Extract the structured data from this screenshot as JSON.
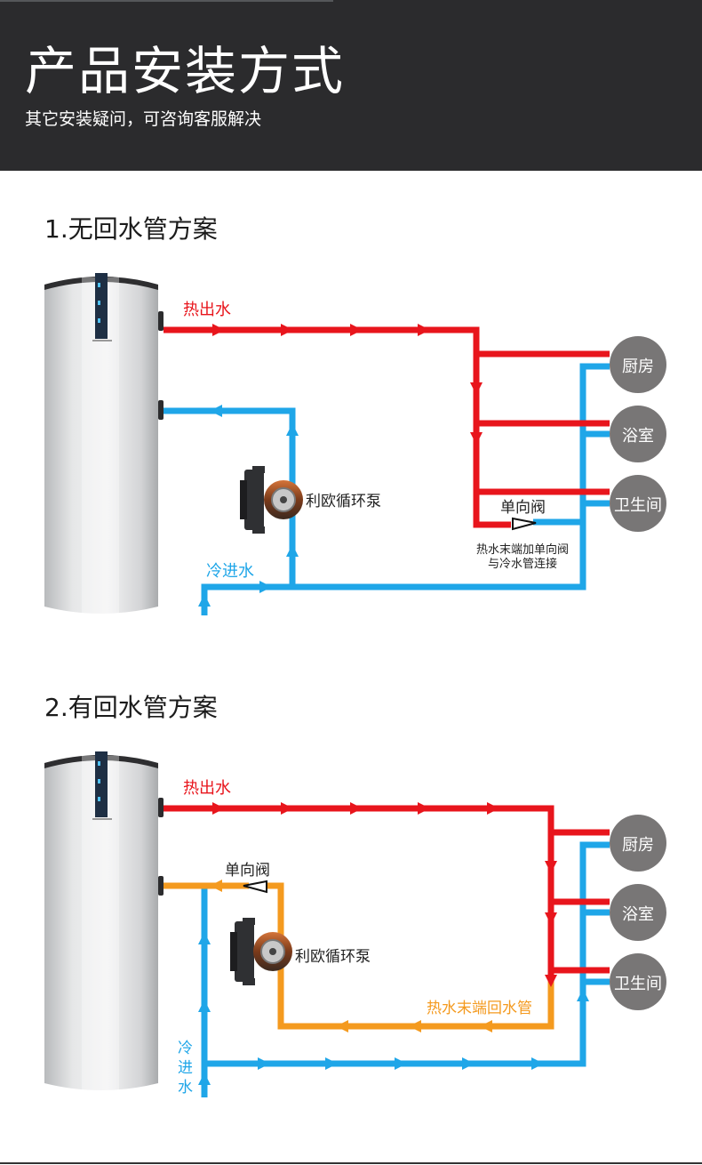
{
  "header": {
    "title": "产品安装方式",
    "subtitle": "其它安装疑问，可咨询客服解决"
  },
  "colors": {
    "hot": "#e8151c",
    "cold": "#1fa6e8",
    "return": "#f49a1f",
    "node": "#787676",
    "header_bg": "#2b2b2d"
  },
  "section1": {
    "title": "1.无回水管方案",
    "hot_label": "热出水",
    "cold_label": "冷进水",
    "pump_label": "利欧循环泵",
    "valve_label": "单向阀",
    "note_line1": "热水末端加单向阀",
    "note_line2": "与冷水管连接",
    "nodes": [
      "厨房",
      "浴室",
      "卫生间"
    ]
  },
  "section2": {
    "title": "2.有回水管方案",
    "hot_label": "热出水",
    "valve_label": "单向阀",
    "pump_label": "利欧循环泵",
    "return_label": "热水末端回水管",
    "cold_label_chars": [
      "冷",
      "进",
      "水"
    ],
    "nodes": [
      "厨房",
      "浴室",
      "卫生间"
    ]
  }
}
